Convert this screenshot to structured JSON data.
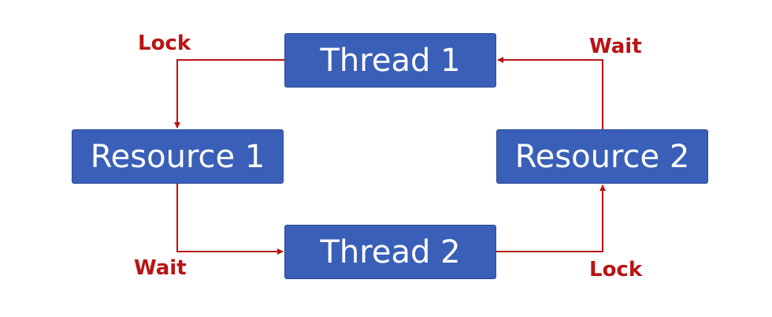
{
  "nodes": {
    "thread_1": "Thread 1",
    "thread_2": "Thread 2",
    "resource_1": "Resource 1",
    "resource_2": "Resource 2"
  },
  "edges": {
    "thread1_to_resource1": "Lock",
    "resource2_to_thread1": "Wait",
    "resource1_to_thread2": "Wait",
    "thread2_to_resource2": "Lock"
  },
  "colors": {
    "node_fill": "#3a5fb8",
    "node_text": "#ffffff",
    "edge": "#b81414"
  }
}
